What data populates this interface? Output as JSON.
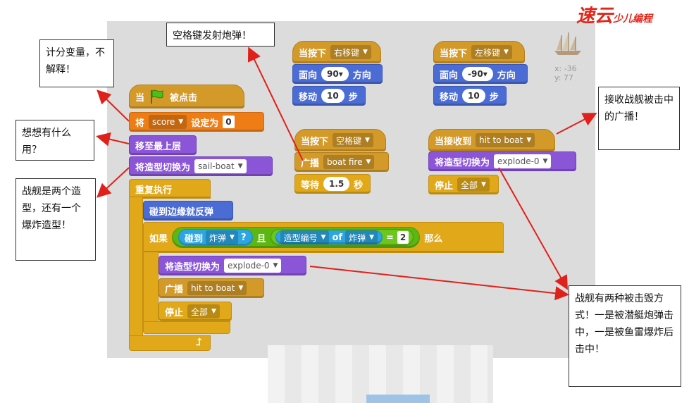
{
  "logo": {
    "text": "速云",
    "small": "少儿编程"
  },
  "coords": {
    "x": "x: -36",
    "y": "y: 77"
  },
  "colors": {
    "events": "#d39a2a",
    "control": "#e1a91a",
    "looks": "#8a55d7",
    "motion": "#4a6cd4",
    "data": "#ee7d16",
    "sensing": "#2ca5e2",
    "operators": "#5cb712",
    "arrow": "#e0201a"
  },
  "script_main": {
    "when_flag": "当",
    "when_flag_tail": "被点击",
    "set_var": "将",
    "var_name": "score",
    "set_to": "设定为",
    "set_value": "0",
    "go_front": "移至最上层",
    "switch_costume": "将造型切换为",
    "costume": "sail-boat",
    "forever": "重复执行",
    "bounce": "碰到边缘就反弹",
    "if": "如果",
    "touching": "碰到",
    "touching_obj": "炸弹",
    "q": "?",
    "and": "且",
    "costume_num": "造型编号",
    "of": "of",
    "of_obj": "炸弹",
    "eq": "=",
    "eq_val": "2",
    "then": "那么",
    "switch2": "将造型切换为",
    "costume2": "explode-0",
    "broadcast": "广播",
    "broadcast_msg": "hit to boat",
    "stop": "停止",
    "stop_opt": "全部"
  },
  "script_right": {
    "when_key": "当按下",
    "key": "右移键",
    "point": "面向",
    "dir": "90▾",
    "dir_label": "方向",
    "move": "移动",
    "steps": "10",
    "steps_label": "步"
  },
  "script_left": {
    "when_key": "当按下",
    "key": "左移键",
    "point": "面向",
    "dir": "-90▾",
    "dir_label": "方向",
    "move": "移动",
    "steps": "10",
    "steps_label": "步"
  },
  "script_space": {
    "when_key": "当按下",
    "key": "空格键",
    "broadcast": "广播",
    "msg": "boat fire",
    "wait": "等待",
    "secs": "1.5",
    "secs_label": "秒"
  },
  "script_recv": {
    "when_recv": "当接收到",
    "msg": "hit to boat",
    "switch": "将造型切换为",
    "costume": "explode-0",
    "stop": "停止",
    "stop_opt": "全部"
  },
  "notes": {
    "n1": "计分变量，不解释！",
    "n2": "想想有什么用？",
    "n3": "战舰是两个造型，还有一个爆炸造型！",
    "n4": "空格键发射炮弹！",
    "n5": "接收战舰被击中的广播！",
    "n6": "战舰有两种被击毁方式！一是被潜艇炮弹击中，一是被鱼雷爆炸后击中！"
  }
}
